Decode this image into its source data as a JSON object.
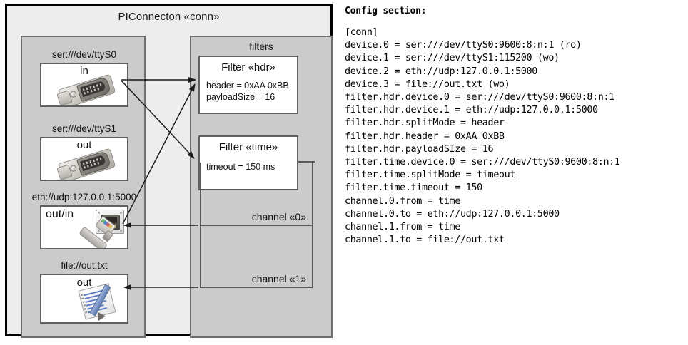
{
  "diagram": {
    "title": "PIConnecton «conn»",
    "devices_panel": {
      "groups": [
        {
          "label": "ser:///dev/ttyS0",
          "box_label": "in",
          "icon": "serial-port-icon"
        },
        {
          "label": "ser:///dev/ttyS1",
          "box_label": "out",
          "icon": "serial-port-icon"
        },
        {
          "label": "eth://udp:127.0.0.1:5000",
          "box_label": "out/in",
          "icon": "ethernet-jack-icon"
        },
        {
          "label": "file://out.txt",
          "box_label": "out",
          "icon": "text-file-icon"
        }
      ]
    },
    "filters_panel": {
      "title": "filters",
      "filters": [
        {
          "title": "Filter «hdr»",
          "attrs": [
            "header = 0xAA 0xBB",
            "payloadSize = 16"
          ]
        },
        {
          "title": "Filter «time»",
          "attrs": [
            "timeout = 150 ms"
          ]
        }
      ],
      "channels": [
        {
          "label": "channel «0»"
        },
        {
          "label": "channel «1»"
        }
      ]
    }
  },
  "config": {
    "heading": "Config section:",
    "lines": [
      "[conn]",
      "device.0 = ser:///dev/ttyS0:9600:8:n:1 (ro)",
      "device.1 = ser:///dev/ttyS1:115200 (wo)",
      "device.2 = eth://udp:127.0.0.1:5000",
      "device.3 = file://out.txt (wo)",
      "filter.hdr.device.0 = ser:///dev/ttyS0:9600:8:n:1",
      "filter.hdr.device.1 = eth://udp:127.0.0.1:5000",
      "filter.hdr.splitMode = header",
      "filter.hdr.header = 0xAA 0xBB",
      "filter.hdr.payloadSIze = 16",
      "filter.time.device.0 = ser:///dev/ttyS0:9600:8:n:1",
      "filter.time.splitMode = timeout",
      "filter.time.timeout = 150",
      "channel.0.from = time",
      "channel.0.to = eth://udp:127.0.0.1:5000",
      "channel.1.from = time",
      "channel.1.to = file://out.txt"
    ]
  },
  "colors": {
    "panel_fill": "#cbcbcb",
    "frame_fill": "#ededed",
    "frame_border": "#000000",
    "box_border": "#606060",
    "wire": "#1a1a1a"
  }
}
